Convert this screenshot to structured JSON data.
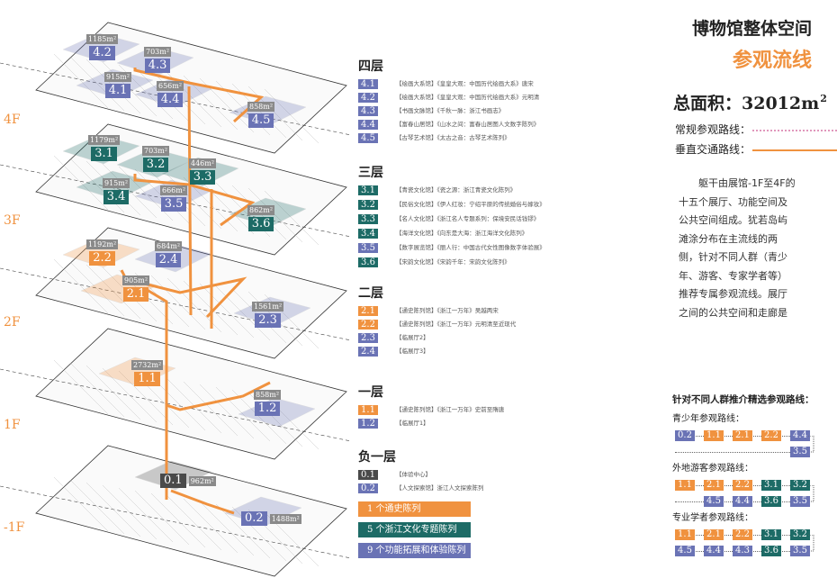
{
  "colors": {
    "blue": "#6a73b5",
    "teal": "#1d6b66",
    "orange": "#f0923f",
    "dark": "#4a4a4a",
    "route": "#f0923f",
    "dash": "#c0307a"
  },
  "floors": [
    "4F",
    "3F",
    "2F",
    "1F",
    "-1F"
  ],
  "tags": [
    {
      "num": "4.2",
      "area": "1185m²",
      "color": "blue"
    },
    {
      "num": "4.3",
      "area": "703m²",
      "color": "blue"
    },
    {
      "num": "4.1",
      "area": "915m²",
      "color": "blue"
    },
    {
      "num": "4.4",
      "area": "656m²",
      "color": "blue"
    },
    {
      "num": "4.5",
      "area": "858m²",
      "color": "blue"
    },
    {
      "num": "3.1",
      "area": "1179m²",
      "color": "teal"
    },
    {
      "num": "3.2",
      "area": "703m²",
      "color": "teal"
    },
    {
      "num": "3.3",
      "area": "446m²",
      "color": "teal"
    },
    {
      "num": "3.4",
      "area": "915m²",
      "color": "teal"
    },
    {
      "num": "3.5",
      "area": "666m²",
      "color": "blue"
    },
    {
      "num": "3.6",
      "area": "862m²",
      "color": "teal"
    },
    {
      "num": "2.2",
      "area": "1192m²",
      "color": "orange"
    },
    {
      "num": "2.4",
      "area": "684m²",
      "color": "blue"
    },
    {
      "num": "2.1",
      "area": "905m²",
      "color": "orange"
    },
    {
      "num": "2.3",
      "area": "1561m²",
      "color": "blue"
    },
    {
      "num": "1.1",
      "area": "2732m²",
      "color": "orange"
    },
    {
      "num": "1.2",
      "area": "858m²",
      "color": "blue"
    },
    {
      "num": "0.1",
      "area": "962m²",
      "color": "dark"
    },
    {
      "num": "0.2",
      "area": "1488m²",
      "color": "blue"
    }
  ],
  "legend": [
    {
      "title": "四层",
      "items": [
        {
          "num": "4.1",
          "color": "blue",
          "text": "【绘画大系馆】《皇皇大观：中国历代绘画大系》唐宋"
        },
        {
          "num": "4.2",
          "color": "blue",
          "text": "【绘画大系馆】《皇皇大观：中国历代绘画大系》元明清"
        },
        {
          "num": "4.3",
          "color": "blue",
          "text": "【书画文脉馆】《千秋一脉：浙江书画志》"
        },
        {
          "num": "4.4",
          "color": "blue",
          "text": "【富春山居馆】《山水之间：富春山居图人文数字陈列》"
        },
        {
          "num": "4.5",
          "color": "blue",
          "text": "【古琴艺术馆】《太古之音：古琴艺术陈列》"
        }
      ]
    },
    {
      "title": "三层",
      "items": [
        {
          "num": "3.1",
          "color": "teal",
          "text": "【青瓷文化馆】《瓷之源：浙江青瓷文化陈列》"
        },
        {
          "num": "3.2",
          "color": "teal",
          "text": "【民俗文化馆】《伊人红妆：宁绍平原的传统婚俗与嫁妆》"
        },
        {
          "num": "3.3",
          "color": "teal",
          "text": "【名人文化馆】《浙江名人专题系列：保境安民话钱镠》"
        },
        {
          "num": "3.4",
          "color": "teal",
          "text": "【海洋文化馆】《向东是大海：浙江海洋文化陈列》"
        },
        {
          "num": "3.5",
          "color": "blue",
          "text": "【数字展览馆】《丽人行：中国古代女性图像数字体验展》"
        },
        {
          "num": "3.6",
          "color": "teal",
          "text": "【宋韵文化馆】《宋韵千年：宋韵文化陈列》"
        }
      ]
    },
    {
      "title": "二层",
      "items": [
        {
          "num": "2.1",
          "color": "orange",
          "text": "【通史陈列馆】《浙江一万年》吴越两宋"
        },
        {
          "num": "2.2",
          "color": "orange",
          "text": "【通史陈列馆】《浙江一万年》元明清至近现代"
        },
        {
          "num": "2.3",
          "color": "blue",
          "text": "【临展厅2】"
        },
        {
          "num": "2.4",
          "color": "blue",
          "text": "【临展厅3】"
        }
      ]
    },
    {
      "title": "一层",
      "items": [
        {
          "num": "1.1",
          "color": "orange",
          "text": "【通史陈列馆】《浙江一万年》史前至隋唐"
        },
        {
          "num": "1.2",
          "color": "blue",
          "text": "【临展厅1】"
        }
      ]
    },
    {
      "title": "负一层",
      "items": [
        {
          "num": "0.1",
          "color": "dark",
          "text": "【体验中心】"
        },
        {
          "num": "0.2",
          "color": "blue",
          "text": "【人文探索馆】浙江人文探索陈列"
        }
      ]
    }
  ],
  "summary": [
    {
      "text": "1 个通史陈列",
      "color": "orange"
    },
    {
      "text": "5 个浙江文化专题陈列",
      "color": "teal"
    },
    {
      "text": "9 个功能拓展和体验陈列",
      "color": "blue"
    }
  ],
  "header": {
    "title1": "博物馆整体空间",
    "title2": "参观流线",
    "total_label": "总面积：32012m",
    "total_sup": "2"
  },
  "route_legend": {
    "regular": "常规参观路线：",
    "vertical": "垂直交通路线："
  },
  "description": "躯干由展馆-1F至4F的十五个展厅、功能空间及公共空间组成。犹若岛屿滩涂分布在主流线的两侧，针对不同人群（青少年、游客、专家学者等）推荐专属参观流线。展厅之间的公共空间和走廊是",
  "routes_title": "针对不同人群推介精选参观路线：",
  "routes": [
    {
      "name": "青少年参观路线：",
      "row1": [
        {
          "num": "0.2",
          "color": "blue"
        },
        {
          "num": "1.1",
          "color": "orange"
        },
        {
          "num": "2.1",
          "color": "orange"
        },
        {
          "num": "2.2",
          "color": "orange"
        },
        {
          "num": "4.4",
          "color": "blue"
        }
      ],
      "row2": [
        {
          "num": "3.5",
          "color": "blue"
        }
      ]
    },
    {
      "name": "外地游客参观路线：",
      "row1": [
        {
          "num": "1.1",
          "color": "orange"
        },
        {
          "num": "2.1",
          "color": "orange"
        },
        {
          "num": "2.2",
          "color": "orange"
        },
        {
          "num": "3.1",
          "color": "teal"
        },
        {
          "num": "3.2",
          "color": "teal"
        }
      ],
      "row2": [
        {
          "num": "4.5",
          "color": "blue"
        },
        {
          "num": "4.4",
          "color": "blue"
        },
        {
          "num": "3.6",
          "color": "teal"
        },
        {
          "num": "3.5",
          "color": "blue"
        }
      ]
    },
    {
      "name": "专业学者参观路线：",
      "row1": [
        {
          "num": "1.1",
          "color": "orange"
        },
        {
          "num": "2.1",
          "color": "orange"
        },
        {
          "num": "2.2",
          "color": "orange"
        },
        {
          "num": "3.1",
          "color": "teal"
        },
        {
          "num": "3.2",
          "color": "teal"
        }
      ],
      "row2": [
        {
          "num": "4.5",
          "color": "blue"
        },
        {
          "num": "4.4",
          "color": "blue"
        },
        {
          "num": "4.3",
          "color": "blue"
        },
        {
          "num": "3.6",
          "color": "teal"
        },
        {
          "num": "3.5",
          "color": "blue"
        }
      ]
    }
  ]
}
